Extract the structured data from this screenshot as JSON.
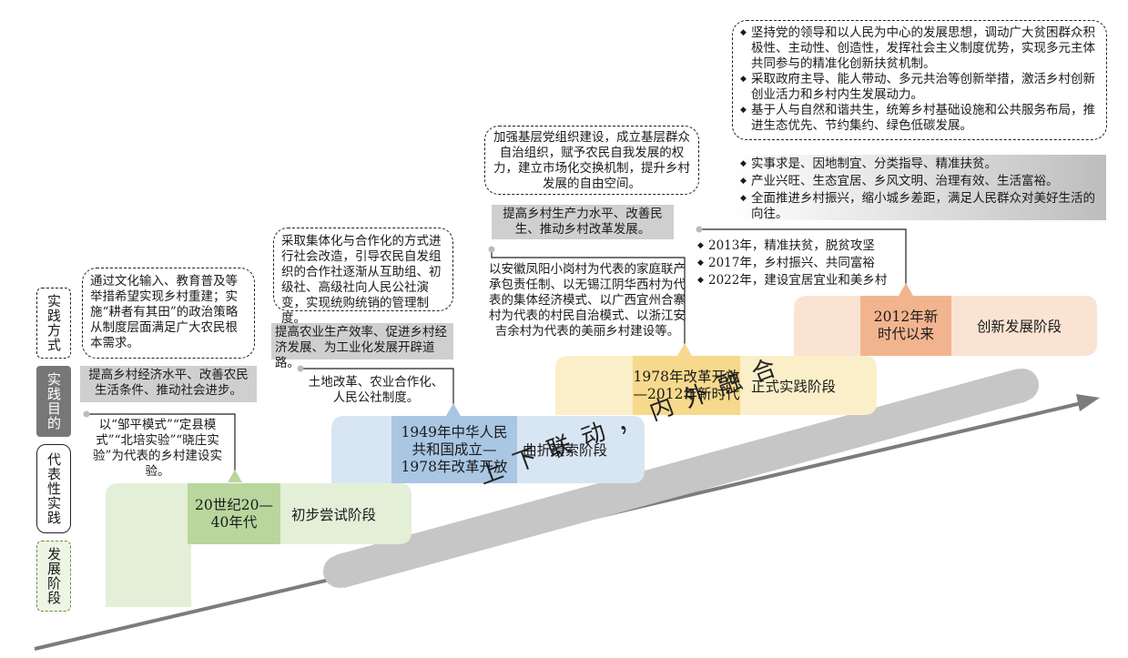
{
  "legend": {
    "practice_method": "实践方式",
    "practice_goal": "实践目的",
    "representative_practice": "代表性实践",
    "development_stage": "发展阶段"
  },
  "arrow_slogan": "上下联动，内外融合",
  "stages": [
    {
      "period": "20世纪20—40年代",
      "name": "初步尝试阶段",
      "method": "通过文化输入、教育普及等举措希望实现乡村重建；实施“耕者有其田”的政治策略从制度层面满足广大农民根本需求。",
      "goal": "提高乡村经济水平、改善农民生活条件、推动社会进步。",
      "practice": "以“邹平模式”“定县模式”“北培实验”“晓庄实验”为代表的乡村建设实验。"
    },
    {
      "period": "1949年中华人民共和国成立—1978年改革开放",
      "name": "曲折摸索阶段",
      "method": "采取集体化与合作化的方式进行社会改造，引导农民自发组织的合作社逐渐从互助组、初级社、高级社向人民公社演变，实现统购统销的管理制度。",
      "goal": "提高农业生产效率、促进乡村经济发展、为工业化发展开辟道路。",
      "practice": "土地改革、农业合作化、人民公社制度。"
    },
    {
      "period": "1978年改革开放—2012年新时代",
      "name": "正式实践阶段",
      "method": "加强基层党组织建设，成立基层群众自治组织，赋予农民自我发展的权力，建立市场化交换机制，提升乡村发展的自由空间。",
      "goal": "提高乡村生产力水平、改善民生、推动乡村改革发展。",
      "practice": "以安徽凤阳小岗村为代表的家庭联产承包责任制、以无锡江阴华西村为代表的集体经济模式、以广西宜州合寨村为代表的村民自治模式、以浙江安吉余村为代表的美丽乡村建设等。"
    },
    {
      "period": "2012年新时代以来",
      "name": "创新发展阶段",
      "method": [
        "坚持党的领导和以人民为中心的发展思想，调动广大贫困群众积极性、主动性、创造性，发挥社会主义制度优势，实现多元主体共同参与的精准化创新扶贫机制。",
        "采取政府主导、能人带动、多元共治等创新举措，激活乡村创新创业活力和乡村内生发展动力。",
        "基于人与自然和谐共生，统筹乡村基础设施和公共服务布局，推进生态优先、节约集约、绿色低碳发展。"
      ],
      "goal": [
        "实事求是、因地制宜、分类指导、精准扶贫。",
        "产业兴旺、生态宜居、乡风文明、治理有效、生活富裕。",
        "全面推进乡村振兴，缩小城乡差距，满足人民群众对美好生活的向往。"
      ],
      "practice": [
        "2013年，精准扶贫，脱贫攻坚",
        "2017年，乡村振兴、共同富裕",
        "2022年，建设宜居宜业和美乡村"
      ]
    }
  ],
  "colors": {
    "stage1_light": "#e4efd8",
    "stage1_dark": "#b9d69d",
    "stage2_light": "#d8e6f3",
    "stage2_dark": "#a9c6e3",
    "stage3_light": "#fbefc9",
    "stage3_dark": "#f6d98c",
    "stage4_light": "#fbe3d3",
    "stage4_dark": "#f2b48f",
    "arrow": "#7c7c7c",
    "arrow_band": "#c9c9c9"
  }
}
